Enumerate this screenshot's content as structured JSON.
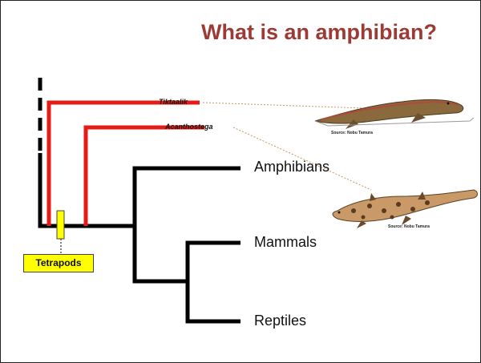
{
  "title": "What is an amphibian?",
  "taxa": {
    "amphibians": "Amphibians",
    "mammals": "Mammals",
    "reptiles": "Reptiles"
  },
  "fossils": {
    "tiktaalik": "Tiktaalik",
    "acanthostega": "Acanthostega"
  },
  "clade_label": "Tetrapods",
  "image_credit": "Source: Nobu Tamura",
  "colors": {
    "title": "#9c3b35",
    "tree": "#000000",
    "fossil_branch": "#e41b17",
    "clade_marker": "#ffff00",
    "leader_line": "#c9955a"
  }
}
